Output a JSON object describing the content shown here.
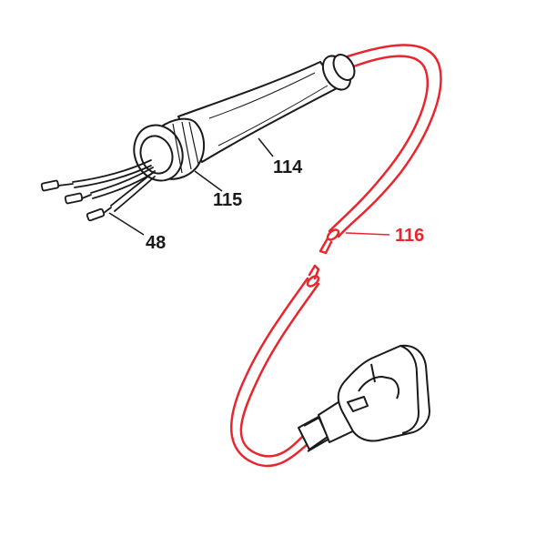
{
  "callouts": {
    "c48": "48",
    "c114": "114",
    "c115": "115",
    "c116": "116"
  },
  "colors": {
    "highlight": "#e8262e",
    "outline": "#1a1a1a",
    "background": "#ffffff"
  }
}
